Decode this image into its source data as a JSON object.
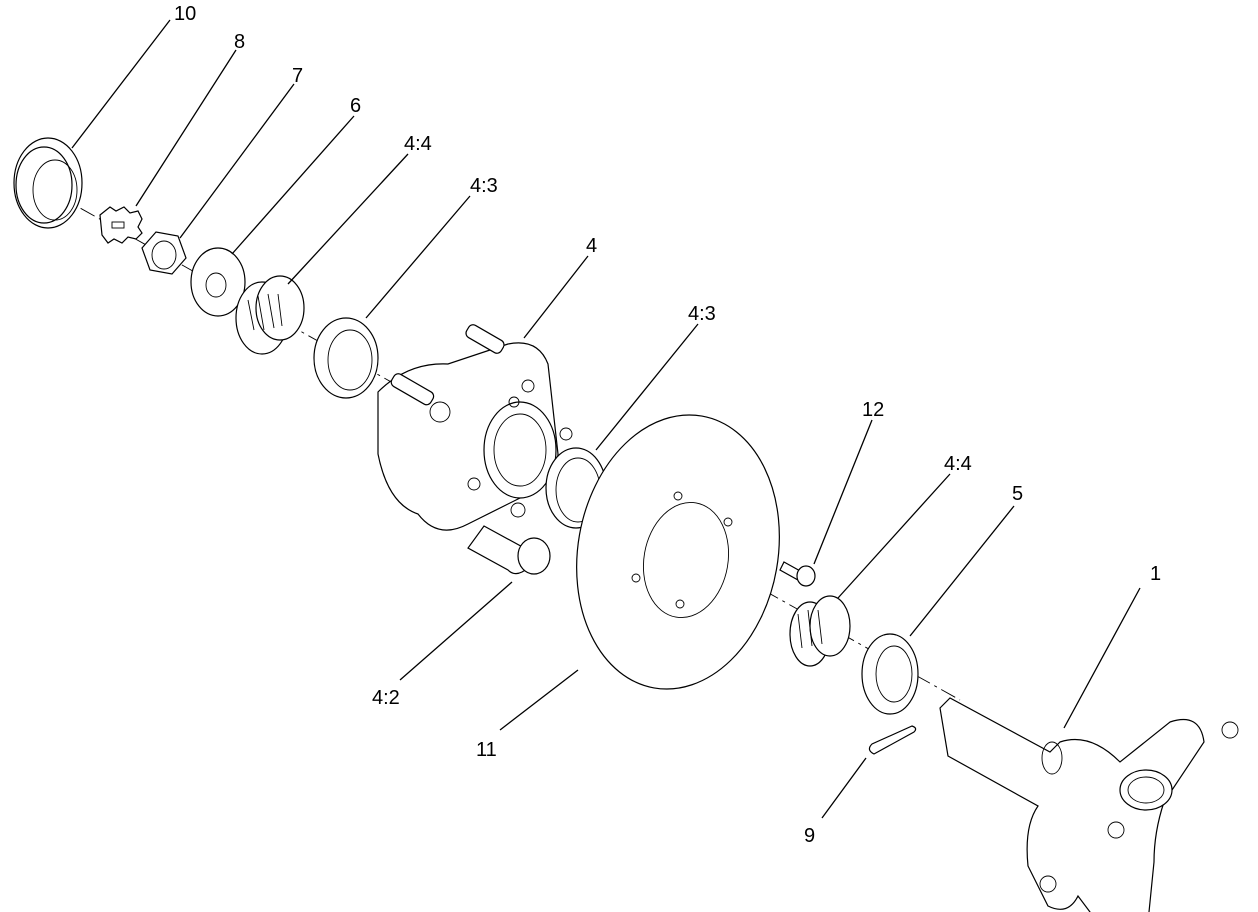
{
  "callouts": {
    "c10": "10",
    "c8": "8",
    "c7": "7",
    "c6": "6",
    "c44_top": "4:4",
    "c43_top": "4:3",
    "c4": "4",
    "c43_mid": "4:3",
    "c12": "12",
    "c44_right": "4:4",
    "c5": "5",
    "c1": "1",
    "c42": "4:2",
    "c11": "11",
    "c9": "9"
  }
}
